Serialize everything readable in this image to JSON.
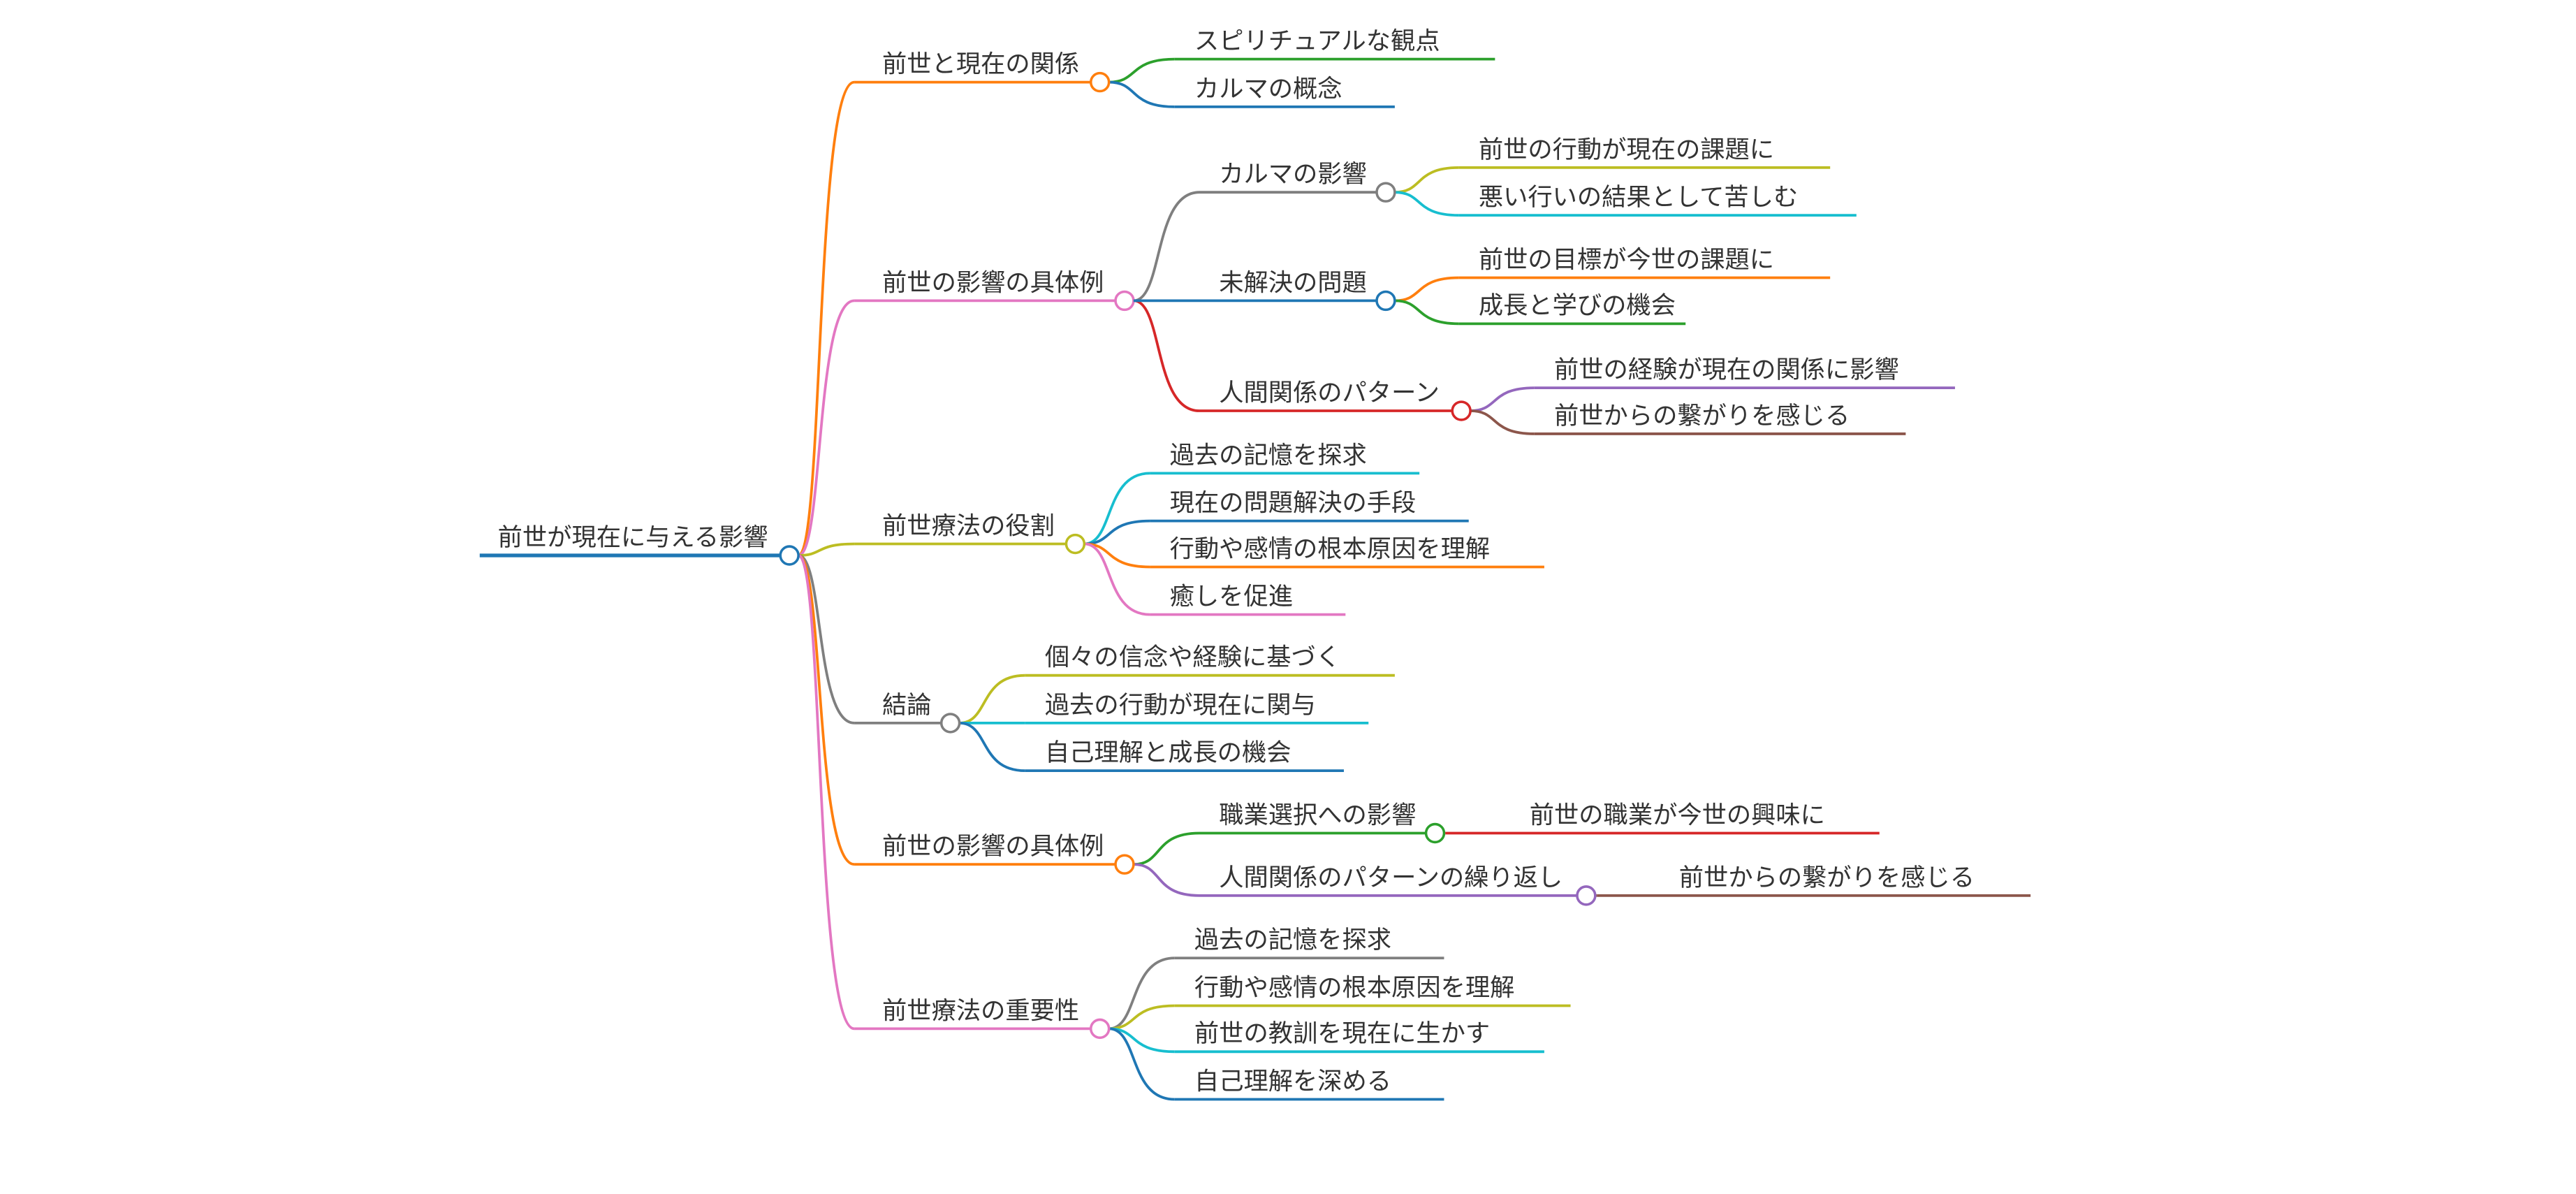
{
  "root": {
    "label": "前世が現在に与える影響",
    "color": "#1f77b4"
  },
  "branches": [
    {
      "label": "前世と現在の関係",
      "color": "#ff7f0e",
      "children": [
        {
          "label": "スピリチュアルな観点",
          "color": "#2ca02c"
        },
        {
          "label": "カルマの概念",
          "color": "#1f77b4"
        }
      ]
    },
    {
      "label": "前世の影響の具体例",
      "color": "#e377c2",
      "children": [
        {
          "label": "カルマの影響",
          "color": "#7f7f7f",
          "children": [
            {
              "label": "前世の行動が現在の課題に",
              "color": "#bcbd22"
            },
            {
              "label": "悪い行いの結果として苦しむ",
              "color": "#17becf"
            }
          ]
        },
        {
          "label": "未解決の問題",
          "color": "#1f77b4",
          "children": [
            {
              "label": "前世の目標が今世の課題に",
              "color": "#ff7f0e"
            },
            {
              "label": "成長と学びの機会",
              "color": "#2ca02c"
            }
          ]
        },
        {
          "label": "人間関係のパターン",
          "color": "#d62728",
          "children": [
            {
              "label": "前世の経験が現在の関係に影響",
              "color": "#9467bd"
            },
            {
              "label": "前世からの繋がりを感じる",
              "color": "#8c564b"
            }
          ]
        }
      ]
    },
    {
      "label": "前世療法の役割",
      "color": "#bcbd22",
      "children": [
        {
          "label": "過去の記憶を探求",
          "color": "#17becf"
        },
        {
          "label": "現在の問題解決の手段",
          "color": "#1f77b4"
        },
        {
          "label": "行動や感情の根本原因を理解",
          "color": "#ff7f0e"
        },
        {
          "label": "癒しを促進",
          "color": "#e377c2"
        }
      ]
    },
    {
      "label": "結論",
      "color": "#7f7f7f",
      "children": [
        {
          "label": "個々の信念や経験に基づく",
          "color": "#bcbd22"
        },
        {
          "label": "過去の行動が現在に関与",
          "color": "#17becf"
        },
        {
          "label": "自己理解と成長の機会",
          "color": "#1f77b4"
        }
      ]
    },
    {
      "label": "前世の影響の具体例",
      "color": "#ff7f0e",
      "children": [
        {
          "label": "職業選択への影響",
          "color": "#2ca02c",
          "children": [
            {
              "label": "前世の職業が今世の興味に",
              "color": "#d62728"
            }
          ]
        },
        {
          "label": "人間関係のパターンの繰り返し",
          "color": "#9467bd",
          "children": [
            {
              "label": "前世からの繋がりを感じる",
              "color": "#8c564b"
            }
          ]
        }
      ]
    },
    {
      "label": "前世療法の重要性",
      "color": "#e377c2",
      "children": [
        {
          "label": "過去の記憶を探求",
          "color": "#7f7f7f"
        },
        {
          "label": "行動や感情の根本原因を理解",
          "color": "#bcbd22"
        },
        {
          "label": "前世の教訓を現在に生かす",
          "color": "#17becf"
        },
        {
          "label": "自己理解を深める",
          "color": "#1f77b4"
        }
      ]
    }
  ]
}
